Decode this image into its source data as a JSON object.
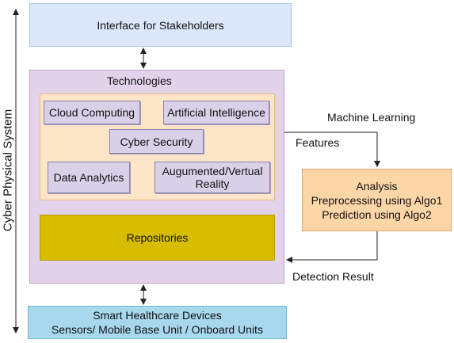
{
  "stakeholders": {
    "label": "Interface for Stakeholders"
  },
  "technologies": {
    "title": "Technologies",
    "items": [
      "Cloud Computing",
      "Artificial Intelligence",
      "Cyber Security",
      "Data Analytics",
      "Augumented/Vertual Reality"
    ],
    "repositories": "Repositories"
  },
  "devices": {
    "line1": "Smart Healthcare Devices",
    "line2": "Sensors/ Mobile Base Unit / Onboard Units"
  },
  "analysis": {
    "title": "Analysis",
    "line1": "Preprocessing using Algo1",
    "line2": "Prediction using Algo2"
  },
  "edges": {
    "machine_learning": "Machine Learning",
    "features": "Features",
    "detection_result": "Detection Result"
  },
  "side_label": "Cyber Physical System"
}
